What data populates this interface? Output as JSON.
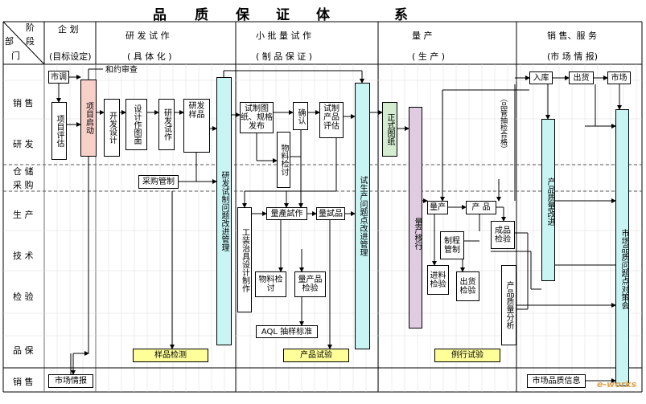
{
  "title": {
    "chars": [
      "品",
      "质",
      "保",
      "证",
      "体",
      "系"
    ]
  },
  "header": {
    "corner_top": "阶",
    "corner_mid": "段",
    "corner_left1": "部",
    "corner_left2": "门",
    "stages": [
      {
        "name": "企 划",
        "sub": "(目标设定)"
      },
      {
        "name": "研 发 试 作",
        "sub": "( 具 体 化 )"
      },
      {
        "name": "小 批 量 试 作",
        "sub": "( 制 品 保 证 )"
      },
      {
        "name": "量              产",
        "sub": "(  生       产  )"
      },
      {
        "name": "销 售、服 务",
        "sub": "(市 场 情 报)"
      }
    ]
  },
  "departments": [
    "销  售",
    "研  发",
    "仓  储",
    "采  购",
    "生  产",
    "技  术",
    "检  验",
    "品  保",
    "销  售"
  ],
  "nodes": {
    "shichang_diao": "市调",
    "xiangmu_pinggu": "项目评估",
    "xiangmu_qidong": "项目启动",
    "heyue_shencha": "和约审查",
    "kaifa_sheji": "开发设计",
    "sheji_zuotu": "设计作图面",
    "yanfa_shizuo": "研发试作",
    "yanfa_yangpin": "研发样品",
    "caigou_guanzhi": "采购管制",
    "yanfa_wenti": "研发试制问题改进管理",
    "yangpin_jiance": "样品检测",
    "shizhi_tuzhi": "试制图纸、规格发布",
    "queren": "确认",
    "wuliao_jiantao": "物料检讨",
    "shizhi_pinggu": "试制产品评估",
    "gongzhuang": "工装治具设计制作",
    "liangchan_shizuo": "量產試作",
    "liang_shipin": "量試品",
    "wuliao_jiantao2": "物料检讨",
    "liangchanpin_jianyan": "量产品检验",
    "aql": "AQL 抽样标准",
    "chanpin_shiyan": "产品试验",
    "shishengchan_wenti": "试生产问题点改进管理",
    "zhengshi_tuzhi": "正式图纸",
    "liangchan_yixing": "量产移行",
    "pinguan_choujian": "（品管抽检合格）",
    "ruku": "入库",
    "chuhuo": "出货",
    "shichang": "市场",
    "liangchan": "量产",
    "chanpin": "产  品",
    "chengpin_jianyan": "成品检验",
    "zhicheng_guanzhi": "制程管制",
    "jinliao_jianyan": "进料检验",
    "chuhuo_jianyan": "出货检验",
    "chanpin_zhiliang_fenxi": "产品质量分析",
    "chanpin_zhiliang_gaijin": "产品质量改进",
    "shichang_pinzhi_duice": "市场品质问题点对策会",
    "lixing_shiyan": "例行试验",
    "shichang_qingbao": "市场情报",
    "shichang_pinzhi_xinxi": "市场品质信息"
  },
  "watermark": "e-works",
  "colors": {
    "pink": "#f8d0c8",
    "cyan": "#c8f4f4",
    "green": "#d4ecd0",
    "purple": "#e0cce0",
    "yellow": "#ffff99",
    "grid": "#999999"
  }
}
